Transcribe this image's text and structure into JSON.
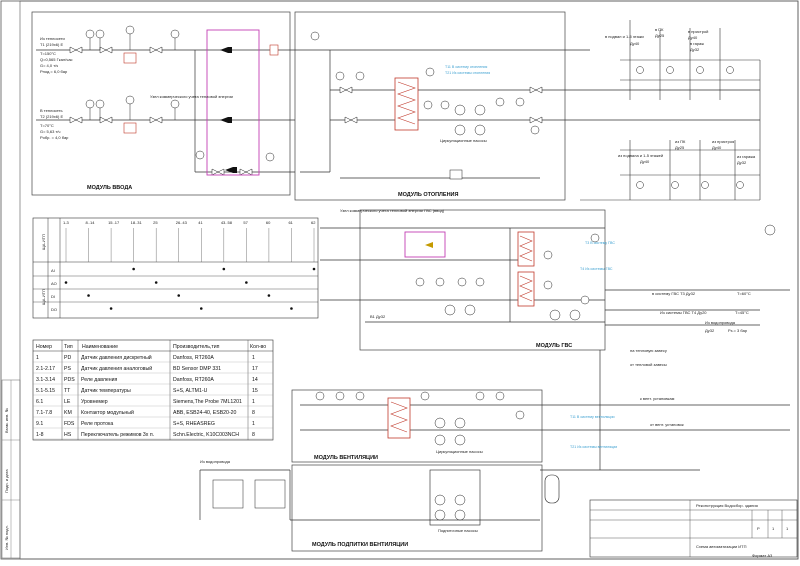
{
  "modules": {
    "input": "МОДУЛЬ ВВОДА",
    "heating": "МОДУЛЬ ОТОПЛЕНИЯ",
    "dhw": "МОДУЛЬ ГВС",
    "ventilation": "МОДУЛЬ ВЕНТИЛЯЦИИ",
    "vent_makeup": "МОДУЛЬ ПОДПИТКИ ВЕНТИЛЯЦИИ"
  },
  "inlet_supply": {
    "title": "Из теплосети",
    "pipe": "Т1 (219х6) Е",
    "temp": "Т=150°С",
    "flow_q": "Q=0,565 Гкал/час",
    "flow_g": "G= 4,0 т/ч",
    "pressure": "Pпод.= 6,0 бар"
  },
  "inlet_return": {
    "title": "В теплосеть",
    "pipe": "Т2 (219х6) Е",
    "temp": "Т=70°С",
    "flow_g": "G= 5,63 т/ч",
    "pressure": "Pобр. = 4,0 бар"
  },
  "metering_heat": "Узел коммерческого учета тепловой энергии",
  "metering_dhw": "Узел коммерческого учета тепловой энергии ГВС (ввод)",
  "heating_outputs": {
    "o1": "в подвал и 1-5 этажи",
    "o1d": "Ду40",
    "o2": "в ПК",
    "o2d": "Ду25",
    "o3": "в пристрой",
    "o3d": "Ду40",
    "o4": "в гараж",
    "o4d": "Ду32"
  },
  "heating_returns": {
    "r1": "из подвала и 1-5 этажей",
    "r1d": "Ду40",
    "r2": "из ПК",
    "r2d": "Ду25",
    "r3": "из пристроя",
    "r3d": "Ду40",
    "r4": "из гаража",
    "r4d": "Ду32"
  },
  "dhw_lines": {
    "t3": "в систему ГВС Т3 Ду32",
    "t3temp": "Т=60°С",
    "t4": "Из системы ГВС Т4 Ду20",
    "t4temp": "Т=45°С",
    "water": "Из водопровода",
    "water_d": "Ду32",
    "water_p": "Pз.= 3 бар",
    "cold": "В1 Ду32"
  },
  "vent_outputs": {
    "v1": "к вент. установкам",
    "v2": "от вент. установок",
    "v3": "на тепловую завесу",
    "v4": "от тепловой завесы"
  },
  "pumps_heating": "Циркуляционные насосы",
  "pumps_vent": "Циркуляционные насосы",
  "pumps_makeup": "Подпиточные насосы",
  "water_supply": "Из водопровода",
  "cyan_notes": [
    "Т11 В систему отопления",
    "Т21 Из системы отопления",
    "Т3 В систему ГВС",
    "Т4 Из системы ГВС",
    "Т11 В систему вентиляции",
    "Т21 Из системы вентиляции"
  ],
  "io_table": {
    "header_row": "ЩА-ИТП",
    "rows": [
      "AI",
      "AO",
      "DI",
      "DO"
    ],
    "left_label": "ЩА-ИТП",
    "cols": [
      "1-3",
      "8..14",
      "15..17",
      "18..31",
      "25",
      "26..43",
      "41",
      "43..58",
      "57",
      "60",
      "61",
      "62"
    ]
  },
  "spec_table": {
    "headers": [
      "Номер",
      "Тип",
      "Наименование",
      "Производитель,тип",
      "Кол-во"
    ],
    "rows": [
      [
        "1",
        "PD",
        "Датчик давления дискретный",
        "Danfoss, RT260A",
        "1"
      ],
      [
        "2.1-2.17",
        "PS",
        "Датчик давления аналоговый",
        "BD Sensor DMP 331",
        "17"
      ],
      [
        "3.1-3.14",
        "PDS",
        "Реле давления",
        "Danfoss, RT260A",
        "14"
      ],
      [
        "5.1-5.15",
        "TT",
        "Датчик температуры",
        "S+S, ALTM1-U",
        "15"
      ],
      [
        "6.1",
        "LE",
        "Уровнемер",
        "Siemens,The Probe 7ML1201",
        "1"
      ],
      [
        "7.1-7.8",
        "KM",
        "Контактор модульный",
        "ABB, ESB24-40, ESB20-20",
        "8"
      ],
      [
        "9.1",
        "FDS",
        "Реле протока",
        "S+S, RHEASREG",
        "1"
      ],
      [
        "1-8",
        "HS",
        "Переключатель режимов 3х п.",
        "Schn.Electric, K10C003NCH",
        "8"
      ]
    ]
  },
  "title_block": {
    "project": "Реконструкция Водосбор. здания",
    "stage": "Р",
    "sheet": "1",
    "sheets": "1",
    "drawing": "Схема автоматизации ИТП",
    "format": "Формат А3"
  },
  "side_labels": [
    "Инв. № подл.",
    "Подп. и дата",
    "Взам. инв. №"
  ]
}
